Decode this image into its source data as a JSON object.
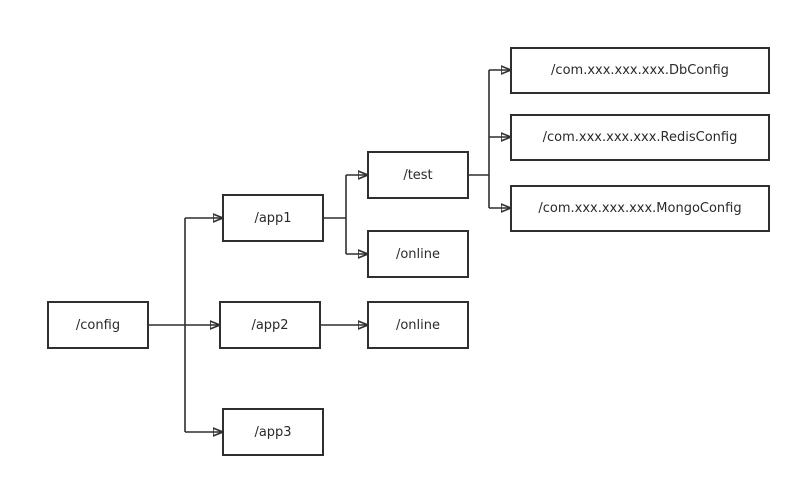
{
  "diagram": {
    "type": "tree",
    "nodes": {
      "config": "/config",
      "app1": "/app1",
      "app2": "/app2",
      "app3": "/app3",
      "test": "/test",
      "online1": "/online",
      "online2": "/online",
      "db": "/com.xxx.xxx.xxx.DbConfig",
      "redis": "/com.xxx.xxx.xxx.RedisConfig",
      "mongo": "/com.xxx.xxx.xxx.MongoConfig"
    },
    "edges": [
      [
        "config",
        "app1"
      ],
      [
        "config",
        "app2"
      ],
      [
        "config",
        "app3"
      ],
      [
        "app1",
        "test"
      ],
      [
        "app1",
        "online1"
      ],
      [
        "app2",
        "online2"
      ],
      [
        "test",
        "db"
      ],
      [
        "test",
        "redis"
      ],
      [
        "test",
        "mongo"
      ]
    ],
    "colors": {
      "stroke": "#2f2f2f",
      "text": "#2a2a2a",
      "background": "#ffffff"
    }
  }
}
